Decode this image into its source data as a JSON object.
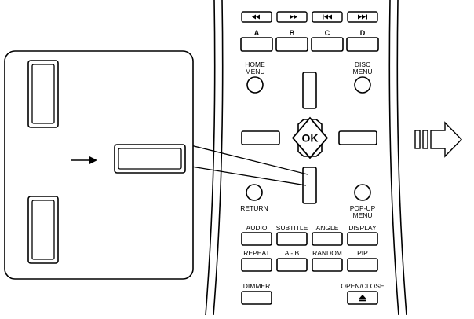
{
  "remote": {
    "transport": {
      "rewind_icon": "double-left-arrow-icon",
      "forward_icon": "double-right-arrow-icon",
      "prev_icon": "skip-back-icon",
      "next_icon": "skip-forward-icon"
    },
    "color_buttons": [
      "A",
      "B",
      "C",
      "D"
    ],
    "home_menu": [
      "HOME",
      "MENU"
    ],
    "disc_menu": [
      "DISC",
      "MENU"
    ],
    "ok_label": "OK",
    "return_label": "RETURN",
    "popup_menu": [
      "POP-UP",
      "MENU"
    ],
    "row1": [
      "AUDIO",
      "SUBTITLE",
      "ANGLE",
      "DISPLAY"
    ],
    "row2": [
      "REPEAT",
      "A - B",
      "RANDOM",
      "PIP"
    ],
    "dimmer_label": "DIMMER",
    "open_close_label": "OPEN/CLOSE",
    "eject_icon": "eject-icon"
  },
  "callout": {
    "pointer_icon": "right-arrow-icon"
  },
  "next_step_icon": "hollow-right-arrow-icon"
}
